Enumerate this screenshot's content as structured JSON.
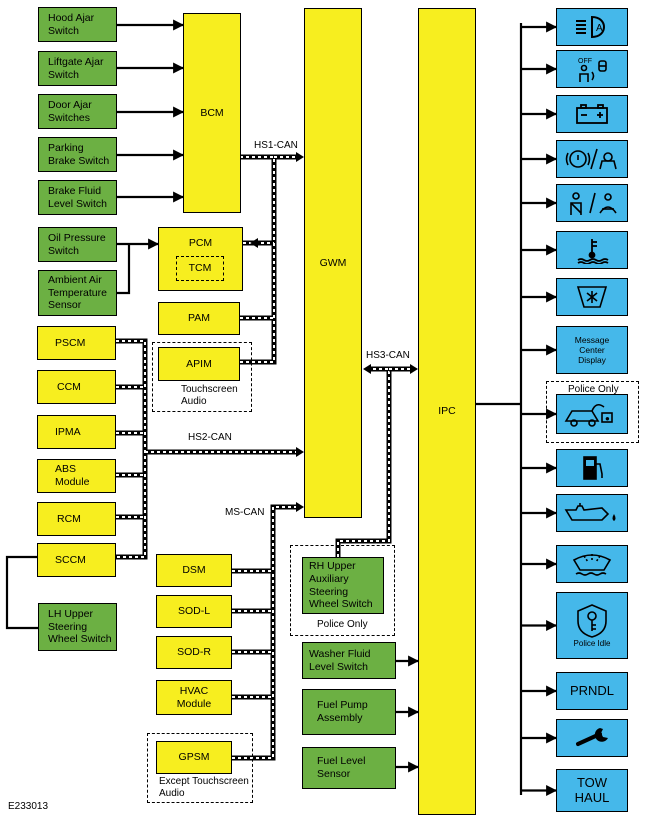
{
  "figure_id": "E233013",
  "switches": {
    "hood": "Hood Ajar\nSwitch",
    "liftgate": "Liftgate  Ajar\nSwitch",
    "door": "Door Ajar\nSwitches",
    "parking": "Parking\nBrake Switch",
    "brake_fluid": "Brake Fluid\nLevel Switch",
    "oil": "Oil Pressure\nSwitch",
    "ambient": "Ambient Air\nTemperature\nSensor",
    "lh_wheel": "LH Upper\nSteering\nWheel Switch",
    "rh_wheel": "RH Upper\nAuxiliary\nSteering\nWheel Switch",
    "washer": "Washer Fluid\nLevel Switch",
    "fuel_pump": "Fuel Pump\nAssembly",
    "fuel_level": "Fuel Level\nSensor"
  },
  "modules": {
    "bcm": "BCM",
    "pcm": "PCM",
    "tcm": "TCM",
    "pam": "PAM",
    "apim": "APIM",
    "gwm": "GWM",
    "ipc": "IPC",
    "pscm": "PSCM",
    "ccm": "CCM",
    "ipma": "IPMA",
    "abs": "ABS\nModule",
    "rcm": "RCM",
    "sccm": "SCCM",
    "dsm": "DSM",
    "sodl": "SOD-L",
    "sodr": "SOD-R",
    "hvac": "HVAC\nModule",
    "gpsm": "GPSM"
  },
  "buses": {
    "hs1": "HS1-CAN",
    "hs2": "HS2-CAN",
    "hs3": "HS3-CAN",
    "ms": "MS-CAN"
  },
  "notes": {
    "touchscreen_audio": "Touchscreen\nAudio",
    "except_touchscreen": "Except Touchscreen\nAudio",
    "police_only_rh": "Police  Only",
    "police_only_top": "Police  Only"
  },
  "indicators": [
    {
      "icon": "headlamp-icon"
    },
    {
      "icon": "airbag-off-icon"
    },
    {
      "icon": "battery-icon"
    },
    {
      "icon": "brake-system-icon"
    },
    {
      "icon": "seatbelt-icon"
    },
    {
      "icon": "coolant-temp-icon"
    },
    {
      "icon": "defrost-icon"
    },
    {
      "icon": "message-center-icon",
      "text": "Message\nCenter\nDisplay"
    },
    {
      "icon": "door-ajar-icon"
    },
    {
      "icon": "fuel-pump-icon"
    },
    {
      "icon": "oil-pressure-icon"
    },
    {
      "icon": "washer-fluid-icon"
    },
    {
      "icon": "police-idle-icon",
      "text": "Police Idle"
    },
    {
      "icon": "prndl-icon",
      "text": "PRNDL"
    },
    {
      "icon": "wrench-icon"
    },
    {
      "icon": "tow-haul-icon",
      "text": "TOW\nHAUL"
    }
  ],
  "colors": {
    "switch_green": "#6cb043",
    "module_yellow": "#f7ee1f",
    "indicator_blue": "#45b8ea"
  }
}
